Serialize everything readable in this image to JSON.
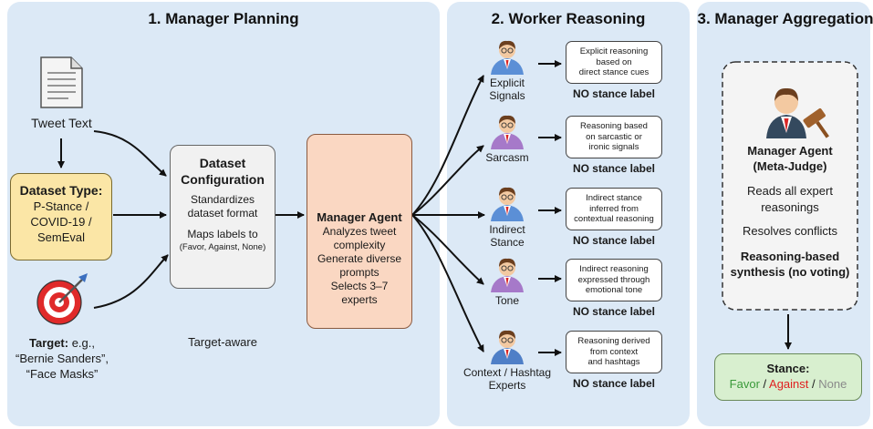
{
  "panels": {
    "planning": {
      "title": "1. Manager Planning"
    },
    "reasoning": {
      "title": "2. Worker Reasoning"
    },
    "aggregation": {
      "title": "3. Manager Aggregation"
    }
  },
  "inputs": {
    "tweet_label": "Tweet Text",
    "dataset_type_title": "Dataset Type:",
    "dataset_type_lines": [
      "P-Stance /",
      "COVID-19 /",
      "SemEval"
    ],
    "target_bold": "Target:",
    "target_rest": " e.g.,",
    "target_examples": [
      "“Bernie Sanders”,",
      "“Face Masks”"
    ]
  },
  "dataset_config": {
    "title_lines": [
      "Dataset",
      "Configuration"
    ],
    "desc1_lines": [
      "Standardizes",
      "dataset format"
    ],
    "desc2_lines": [
      "Maps labels to"
    ],
    "desc2_small": "(Favor, Against, None)",
    "note": "Target-aware"
  },
  "manager_agent": {
    "title": "Manager Agent",
    "lines": [
      "Analyzes tweet",
      "complexity",
      "Generate diverse",
      "prompts",
      "Selects 3–7",
      "experts"
    ]
  },
  "workers": [
    {
      "label_lines": [
        "Explicit",
        "Signals"
      ],
      "desc_lines": [
        "Explicit reasoning",
        "based on",
        "direct stance cues"
      ],
      "output": "NO stance label",
      "shirt": "#5b8fd6"
    },
    {
      "label_lines": [
        "Sarcasm"
      ],
      "desc_lines": [
        "Reasoning based",
        "on sarcastic or",
        "ironic signals"
      ],
      "output": "NO stance label",
      "shirt": "#a679c9"
    },
    {
      "label_lines": [
        "Indirect",
        "Stance"
      ],
      "desc_lines": [
        "Indirect stance",
        "inferred from",
        "contextual reasoning"
      ],
      "output": "NO stance label",
      "shirt": "#5b8fd6"
    },
    {
      "label_lines": [
        "Tone"
      ],
      "desc_lines": [
        "Indirect reasoning",
        "expressed through",
        "emotional tone"
      ],
      "output": "NO stance label",
      "shirt": "#a679c9"
    },
    {
      "label_lines": [
        "Context / Hashtag",
        "Experts"
      ],
      "desc_lines": [
        "Reasoning derived",
        "from context",
        "and hashtags"
      ],
      "output": "NO stance label",
      "shirt": "#4f7fc7"
    }
  ],
  "meta_judge": {
    "title_lines": [
      "Manager Agent",
      "(Meta-Judge)"
    ],
    "desc1_lines": [
      "Reads all expert",
      "reasonings"
    ],
    "desc2": "Resolves conflicts",
    "desc3_lines": [
      "Reasoning-based",
      "synthesis (no voting)"
    ]
  },
  "stance": {
    "title": "Stance:",
    "favor": "Favor",
    "sep1": " / ",
    "against": "Against",
    "sep2": " / ",
    "none": "None",
    "colors": {
      "favor": "#3a9a3a",
      "against": "#e02020",
      "none": "#8a8a8a"
    }
  }
}
